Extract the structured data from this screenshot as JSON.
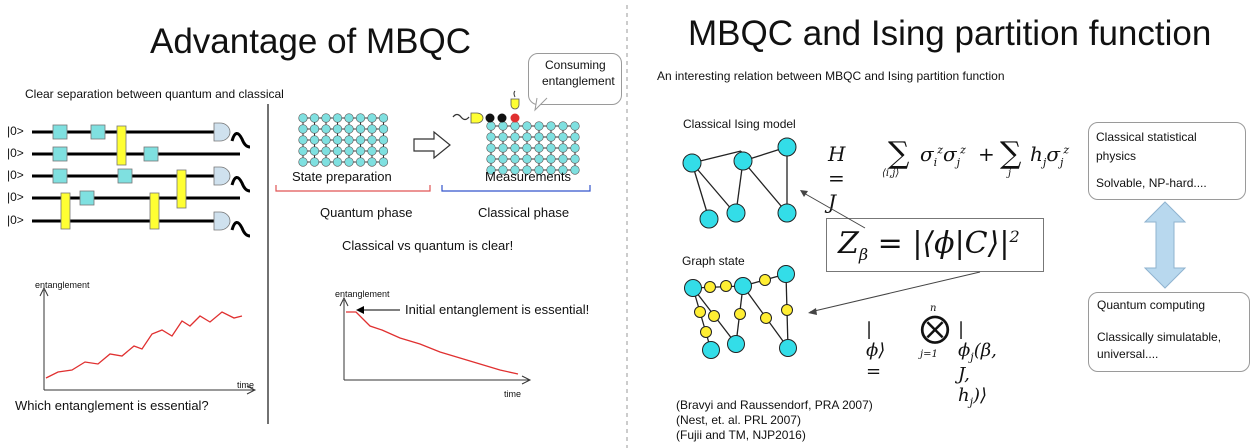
{
  "left": {
    "title": "Advantage of MBQC",
    "separation_text": "Clear separation between quantum and classical",
    "qubit_label": "|0>",
    "consuming": [
      "Consuming",
      "entanglement"
    ],
    "state_preparation": "State preparation",
    "measurements": "Measurements",
    "quantum_phase": "Quantum phase",
    "classical_phase": "Classical phase",
    "classical_vs_quantum": "Classical vs quantum is clear!",
    "axis_entanglement": "entanglement",
    "axis_time": "time",
    "initial_essential": "Initial entanglement is essential!",
    "which_essential": "Which entanglement is essential?",
    "colors": {
      "cyan": "#7fe0e0",
      "yellow": "#ffff33",
      "red": "#e03030",
      "blue_line": "#3355cc",
      "red_line": "#e05555"
    }
  },
  "right": {
    "title": "MBQC and Ising partition function",
    "subtitle": "An interesting relation between MBQC and Ising partition function",
    "classical_ising": "Classical Ising model",
    "graph_state": "Graph state",
    "stat_physics": [
      "Classical statistical",
      "physics"
    ],
    "solvable": "Solvable, NP-hard....",
    "quantum_computing": "Quantum computing",
    "classically_sim": [
      "Classically simulatable,",
      "universal...."
    ],
    "hamiltonian": "H = J Σ⟨i,j⟩ σᵢᶻσⱼᶻ + Σⱼ hⱼσⱼᶻ",
    "partition": "Z_β = |⟨φ|C⟩|²",
    "state": "|φ⟩ = ⊗ⱼ₌₁ⁿ |φⱼ(β, J, hⱼ)⟩",
    "refs": [
      "(Bravyi and Raussendorf, PRA 2007)",
      "(Nest, et. al. PRL 2007)",
      "(Fujii and TM, NJP2016)"
    ],
    "colors": {
      "node": "#33dde8",
      "small_node": "#ffee33",
      "arrow": "#b8d8ee"
    }
  }
}
